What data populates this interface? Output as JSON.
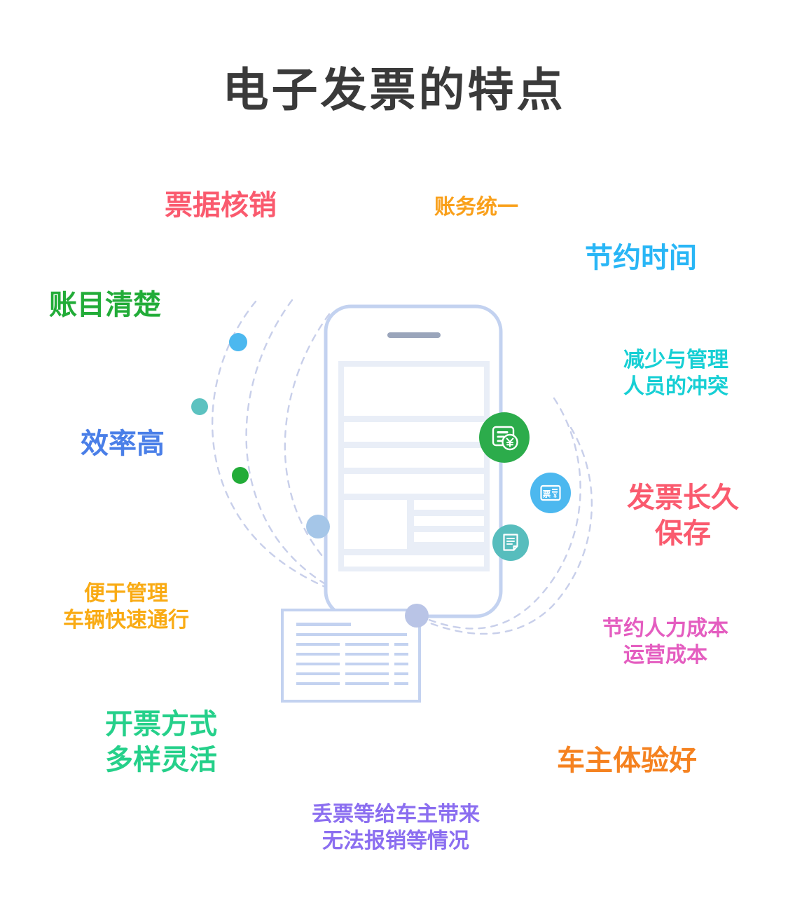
{
  "page": {
    "title": "电子发票的特点",
    "title_color": "#3a3a3a",
    "background_color": "#ffffff"
  },
  "keywords": [
    {
      "id": "piaoju-hexiao",
      "text": "票据核销",
      "color": "#fa5a6e",
      "size": 40
    },
    {
      "id": "zhangwu-tongyi",
      "text": "账务统一",
      "color": "#f9a01b",
      "size": 30
    },
    {
      "id": "jieyue-shijian",
      "text": "节约时间",
      "color": "#29b6f6",
      "size": 40
    },
    {
      "id": "zhangmu-qingchu",
      "text": "账目清楚",
      "color": "#22ac38",
      "size": 40
    },
    {
      "id": "jianshao-chongtu",
      "text": "减少与管理\n人员的冲突",
      "color": "#16cfd4",
      "size": 30
    },
    {
      "id": "xiaolv-gao",
      "text": "效率高",
      "color": "#4a7fe8",
      "size": 40
    },
    {
      "id": "fapiao-baocun",
      "text": "发票长久\n保存",
      "color": "#fa5a6e",
      "size": 40
    },
    {
      "id": "bianyu-guanli",
      "text": "便于管理\n车辆快速通行",
      "color": "#f9ab14",
      "size": 30
    },
    {
      "id": "jieyue-chengben",
      "text": "节约人力成本\n运营成本",
      "color": "#e45dc0",
      "size": 30
    },
    {
      "id": "kaipiao-fangshi",
      "text": "开票方式\n多样灵活",
      "color": "#25d08a",
      "size": 40
    },
    {
      "id": "chezhu-tiyan",
      "text": "车主体验好",
      "color": "#f58220",
      "size": 40
    },
    {
      "id": "diupiao-qingkuang",
      "text": "丢票等给车主带来\n无法报销等情况",
      "color": "#8b6ef0",
      "size": 30
    }
  ],
  "illustration": {
    "name": "mobile-e-invoice-illustration",
    "phone_outline_color": "#c3d2f0",
    "screen_block_color": "#e9eef7",
    "speaker_color": "#9aa5bb",
    "document_line_color": "#c3d2f0",
    "dashed_arc_color": "#c8cfea",
    "dots": [
      {
        "id": "dot-blue",
        "color": "#4cb8ef"
      },
      {
        "id": "dot-teal",
        "color": "#5cc2c0"
      },
      {
        "id": "dot-green",
        "color": "#22ac38"
      },
      {
        "id": "dot-lightblue",
        "color": "#a5c6e8"
      },
      {
        "id": "dot-periwinkle",
        "color": "#b9c4e6"
      }
    ],
    "badges": [
      {
        "id": "invoice-yen-badge",
        "icon": "invoice-yen-icon",
        "color": "#2cac4b"
      },
      {
        "id": "ticket-yen-badge",
        "icon": "ticket-yen-icon",
        "color": "#4cb8ef"
      },
      {
        "id": "document-badge",
        "icon": "document-icon",
        "color": "#57bdbd"
      }
    ]
  }
}
